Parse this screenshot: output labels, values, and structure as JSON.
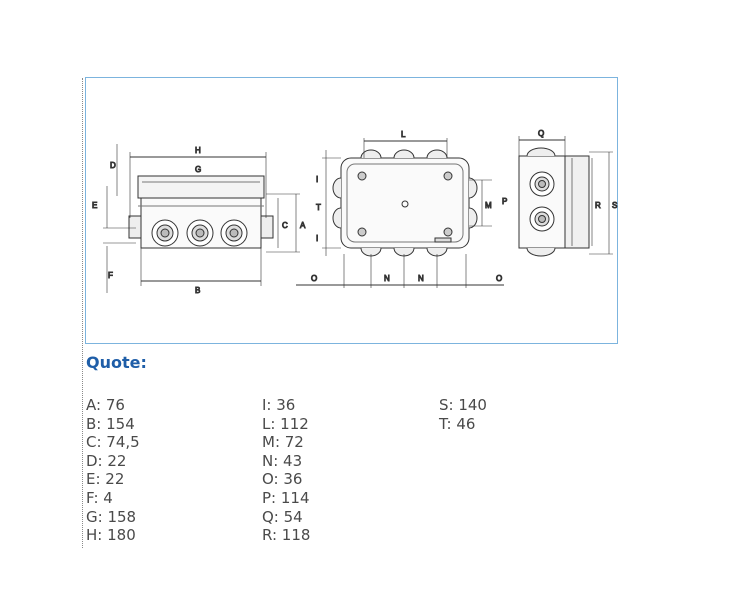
{
  "drawing": {
    "labels": {
      "A": "A",
      "B": "B",
      "C": "C",
      "D": "D",
      "E": "E",
      "F": "F",
      "G": "G",
      "H": "H",
      "I": "I",
      "L": "L",
      "M": "M",
      "N": "N",
      "O": "O",
      "P": "P",
      "Q": "Q",
      "R": "R",
      "S": "S",
      "T": "T"
    }
  },
  "quote": {
    "title": "Quote:",
    "columns": [
      [
        "A: 76",
        "B: 154",
        "C: 74,5",
        "D: 22",
        "E: 22",
        "F: 4",
        "G: 158",
        "H: 180"
      ],
      [
        "I: 36",
        "L: 112",
        "M: 72",
        "N: 43",
        "O: 36",
        "P: 114",
        "Q: 54",
        "R: 118"
      ],
      [
        "S: 140",
        "T: 46"
      ]
    ]
  },
  "colors": {
    "frame": "#7cb4de",
    "title": "#1f5ea8",
    "text": "#4a4a4a"
  }
}
